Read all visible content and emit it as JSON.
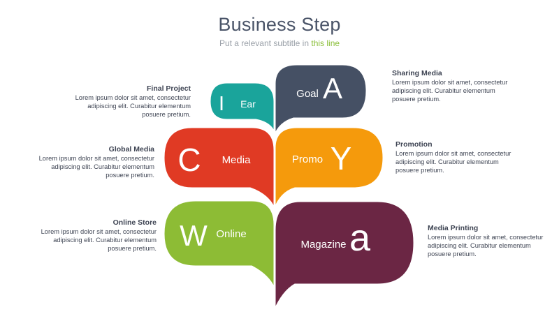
{
  "title": "Business Step",
  "subtitle": {
    "prefix": "Put a relevant subtitle in ",
    "highlight": "this line"
  },
  "colors": {
    "ear": "#1aa49b",
    "goal": "#455064",
    "media": "#e03a24",
    "promo": "#f59a0c",
    "online": "#8dbc35",
    "magazine": "#6b2644"
  },
  "bubbles": {
    "ear": {
      "letter": "I",
      "word": "Ear"
    },
    "goal": {
      "letter": "A",
      "word": "Goal"
    },
    "media": {
      "letter": "C",
      "word": "Media"
    },
    "promo": {
      "letter": "Y",
      "word": "Promo"
    },
    "online": {
      "letter": "W",
      "word": "Online"
    },
    "magazine": {
      "letter": "a",
      "word": "Magazine"
    }
  },
  "captions": {
    "final_project": {
      "heading": "Final Project",
      "lines": [
        "Lorem ipsum dolor sit amet, consectetur",
        "adipiscing elit. Curabitur elementum",
        "posuere pretium."
      ]
    },
    "global_media": {
      "heading": "Global Media",
      "lines": [
        "Lorem ipsum dolor sit amet, consectetur",
        "adipiscing elit. Curabitur elementum",
        "posuere pretium."
      ]
    },
    "online_store": {
      "heading": "Online Store",
      "lines": [
        "Lorem ipsum dolor sit amet, consectetur",
        "adipiscing elit. Curabitur elementum",
        "posuere pretium."
      ]
    },
    "sharing_media": {
      "heading": "Sharing Media",
      "lines": [
        "Lorem ipsum dolor sit amet, consectetur",
        "adipiscing elit. Curabitur elementum",
        "posuere pretium."
      ]
    },
    "promotion": {
      "heading": "Promotion",
      "lines": [
        "Lorem ipsum dolor sit amet, consectetur",
        "adipiscing elit. Curabitur elementum",
        "posuere pretium."
      ]
    },
    "media_printing": {
      "heading": "Media Printing",
      "lines": [
        "Lorem ipsum dolor sit amet, consectetur",
        "adipiscing elit. Curabitur elementum",
        "posuere pretium."
      ]
    }
  }
}
